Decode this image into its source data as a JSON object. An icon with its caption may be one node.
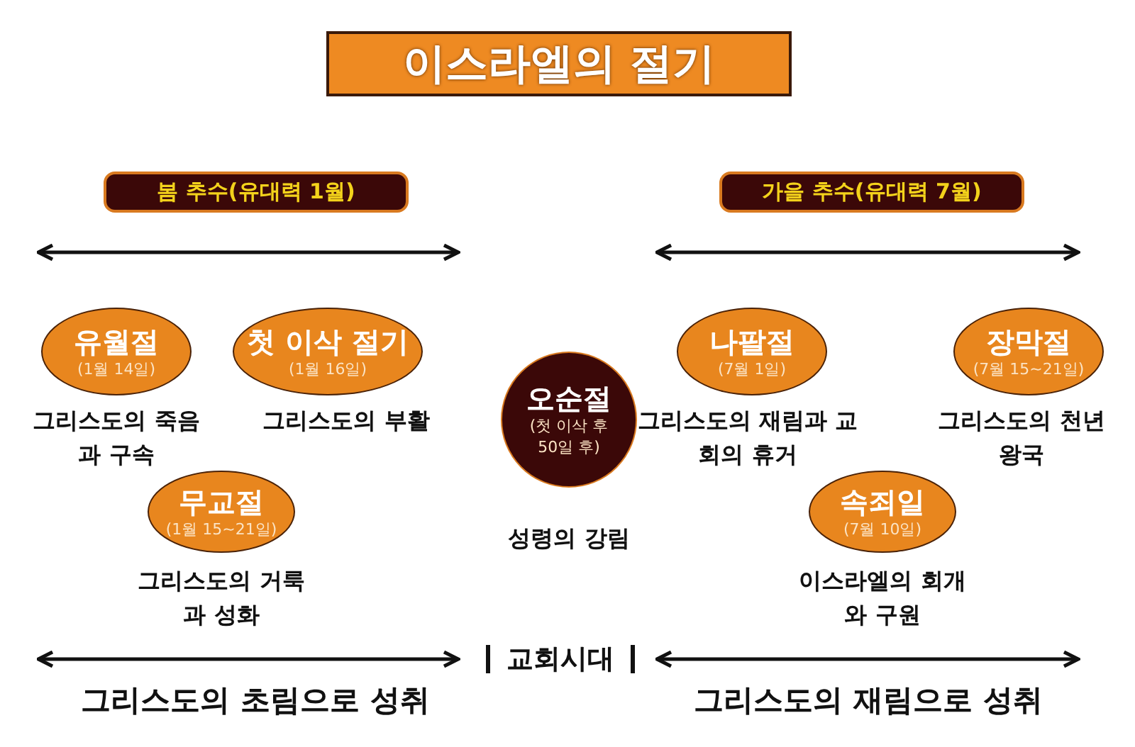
{
  "diagram": {
    "title": "이스라엘의 절기",
    "nodes": [
      {
        "text": [
          "봄 추수(유대력 1월)"
        ]
      },
      {
        "text": [
          "가을 추수(유대력 7월)"
        ]
      },
      {
        "text": [
          "유월절",
          "(1월 14일)"
        ],
        "beside": [
          "그리스도의 죽음과 구속"
        ]
      },
      {
        "text": [
          "첫 이삭 절기",
          "(1월 16일)"
        ],
        "beside": [
          "그리스도의 부활"
        ]
      },
      {
        "text": [
          "무교절",
          "(1월 15~21일)"
        ],
        "beside": [
          "그리스도의 거룩과 성화"
        ]
      },
      {
        "text": [
          "오순절",
          "(첫 이삭 후 50일 후)"
        ],
        "beside": [
          "성령의 강림"
        ]
      },
      {
        "text": [
          "나팔절",
          "(7월 1일)"
        ],
        "beside": [
          "그리스도의 재림과 교회의 휴거"
        ]
      },
      {
        "text": [
          "장막절",
          "(7월 15~21일)"
        ],
        "beside": [
          "그리스도의 천년왕국"
        ]
      },
      {
        "text": [
          "속죄일",
          "(7월 10일)"
        ],
        "beside": [
          "이스라엘의 회개와 구원"
        ]
      }
    ],
    "edges": [],
    "labels": [
      "교회시대",
      "그리스도의 초림으로 성취",
      "그리스도의 재림으로 성취"
    ]
  }
}
